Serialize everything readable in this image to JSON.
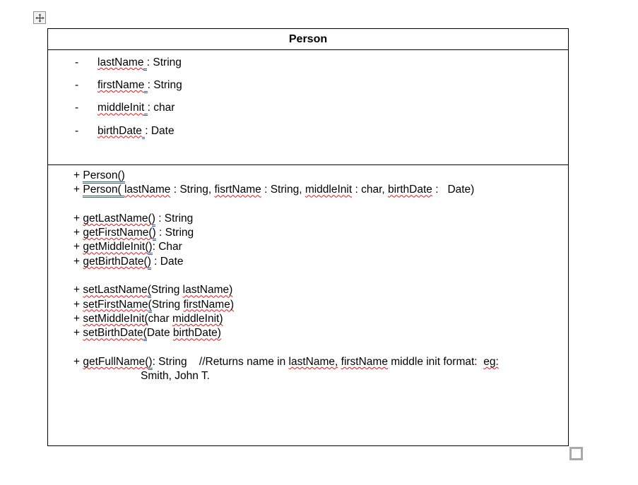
{
  "colors": {
    "spellcheck_red": "#e21414",
    "format_blue": "#2d5cb8",
    "table_border": "#000000",
    "handle_gray": "#a9a9a9",
    "move_icon_gray": "#3d3d3d"
  },
  "handles": {
    "move_icon": "table-move-cross",
    "resize_icon": "table-resize-square"
  },
  "uml_class": {
    "title": "Person",
    "attributes": {
      "lines": [
        {
          "segments": [
            {
              "t": "-",
              "s": "bullet"
            },
            {
              "t": "lastName",
              "s": "r"
            },
            {
              "t": " ",
              "s": "m"
            },
            {
              "t": ": String",
              "s": "p"
            }
          ]
        },
        {
          "segments": [
            {
              "t": "-",
              "s": "bullet"
            },
            {
              "t": "firstName",
              "s": "r"
            },
            {
              "t": " ",
              "s": "m"
            },
            {
              "t": ": String",
              "s": "p"
            }
          ]
        },
        {
          "segments": [
            {
              "t": "-",
              "s": "bullet"
            },
            {
              "t": "middleInit",
              "s": "r"
            },
            {
              "t": " ",
              "s": "m"
            },
            {
              "t": ": char",
              "s": "p"
            }
          ]
        },
        {
          "segments": [
            {
              "t": "-",
              "s": "bullet"
            },
            {
              "t": "birthDate",
              "s": "r"
            },
            {
              "t": " ",
              "s": "m"
            },
            {
              "t": ": Date",
              "s": "p"
            }
          ]
        }
      ]
    },
    "methods": {
      "lines": [
        {
          "segments": [
            {
              "t": "+ ",
              "s": "p"
            },
            {
              "t": "Person()",
              "s": "b"
            }
          ]
        },
        {
          "segments": [
            {
              "t": "+ ",
              "s": "p"
            },
            {
              "t": "Person( ",
              "s": "b"
            },
            {
              "t": "lastName",
              "s": "r"
            },
            {
              "t": " : String, ",
              "s": "p"
            },
            {
              "t": "fisrtName",
              "s": "r"
            },
            {
              "t": " : String, ",
              "s": "p"
            },
            {
              "t": "middleInit",
              "s": "r"
            },
            {
              "t": " : char, ",
              "s": "p"
            },
            {
              "t": "birthDate",
              "s": "r"
            },
            {
              "t": " :   Date)",
              "s": "p"
            }
          ]
        },
        {
          "cls": "blank",
          "segments": []
        },
        {
          "segments": [
            {
              "t": "+ ",
              "s": "p"
            },
            {
              "t": "getLastName(",
              "s": "r"
            },
            {
              "t": ")",
              "s": "m"
            },
            {
              "t": " : String",
              "s": "p"
            }
          ]
        },
        {
          "segments": [
            {
              "t": "+ ",
              "s": "p"
            },
            {
              "t": "getFirstName(",
              "s": "r"
            },
            {
              "t": ")",
              "s": "m"
            },
            {
              "t": " : String",
              "s": "p"
            }
          ]
        },
        {
          "segments": [
            {
              "t": "+ ",
              "s": "p"
            },
            {
              "t": "getMiddleInit(",
              "s": "r"
            },
            {
              "t": ")",
              "s": "m"
            },
            {
              "t": ": Char",
              "s": "p"
            }
          ]
        },
        {
          "segments": [
            {
              "t": "+ ",
              "s": "p"
            },
            {
              "t": "getBirthDate(",
              "s": "r"
            },
            {
              "t": ")",
              "s": "m"
            },
            {
              "t": " : Date",
              "s": "p"
            }
          ]
        },
        {
          "cls": "blank",
          "segments": []
        },
        {
          "segments": [
            {
              "t": "+ ",
              "s": "p"
            },
            {
              "t": "setLastName",
              "s": "r"
            },
            {
              "t": "(",
              "s": "m"
            },
            {
              "t": "String ",
              "s": "p"
            },
            {
              "t": "lastName)",
              "s": "r"
            }
          ]
        },
        {
          "segments": [
            {
              "t": "+ ",
              "s": "p"
            },
            {
              "t": "setFirstName",
              "s": "r"
            },
            {
              "t": "(",
              "s": "m"
            },
            {
              "t": "String ",
              "s": "p"
            },
            {
              "t": "firstName)",
              "s": "r"
            }
          ]
        },
        {
          "segments": [
            {
              "t": "+ ",
              "s": "p"
            },
            {
              "t": "setMiddleInit(",
              "s": "r"
            },
            {
              "t": "char ",
              "s": "p"
            },
            {
              "t": "middleInit)",
              "s": "r"
            }
          ]
        },
        {
          "segments": [
            {
              "t": "+ ",
              "s": "p"
            },
            {
              "t": "setBirthDate",
              "s": "r"
            },
            {
              "t": "(",
              "s": "m"
            },
            {
              "t": "Date ",
              "s": "p"
            },
            {
              "t": "birthDate)",
              "s": "r"
            }
          ]
        },
        {
          "cls": "blank",
          "segments": []
        },
        {
          "segments": [
            {
              "t": "+ ",
              "s": "p"
            },
            {
              "t": "getFullName(",
              "s": "r"
            },
            {
              "t": ")",
              "s": "m"
            },
            {
              "t": ": String    //Returns name in ",
              "s": "p"
            },
            {
              "t": "lastName,",
              "s": "r"
            },
            {
              "t": " ",
              "s": "p"
            },
            {
              "t": "firstName",
              "s": "r"
            },
            {
              "t": " middle init format:  ",
              "s": "p"
            },
            {
              "t": "eg:",
              "s": "r"
            }
          ]
        },
        {
          "cls": "cont",
          "segments": [
            {
              "t": "Smith, John T.",
              "s": "p"
            }
          ]
        }
      ]
    }
  }
}
